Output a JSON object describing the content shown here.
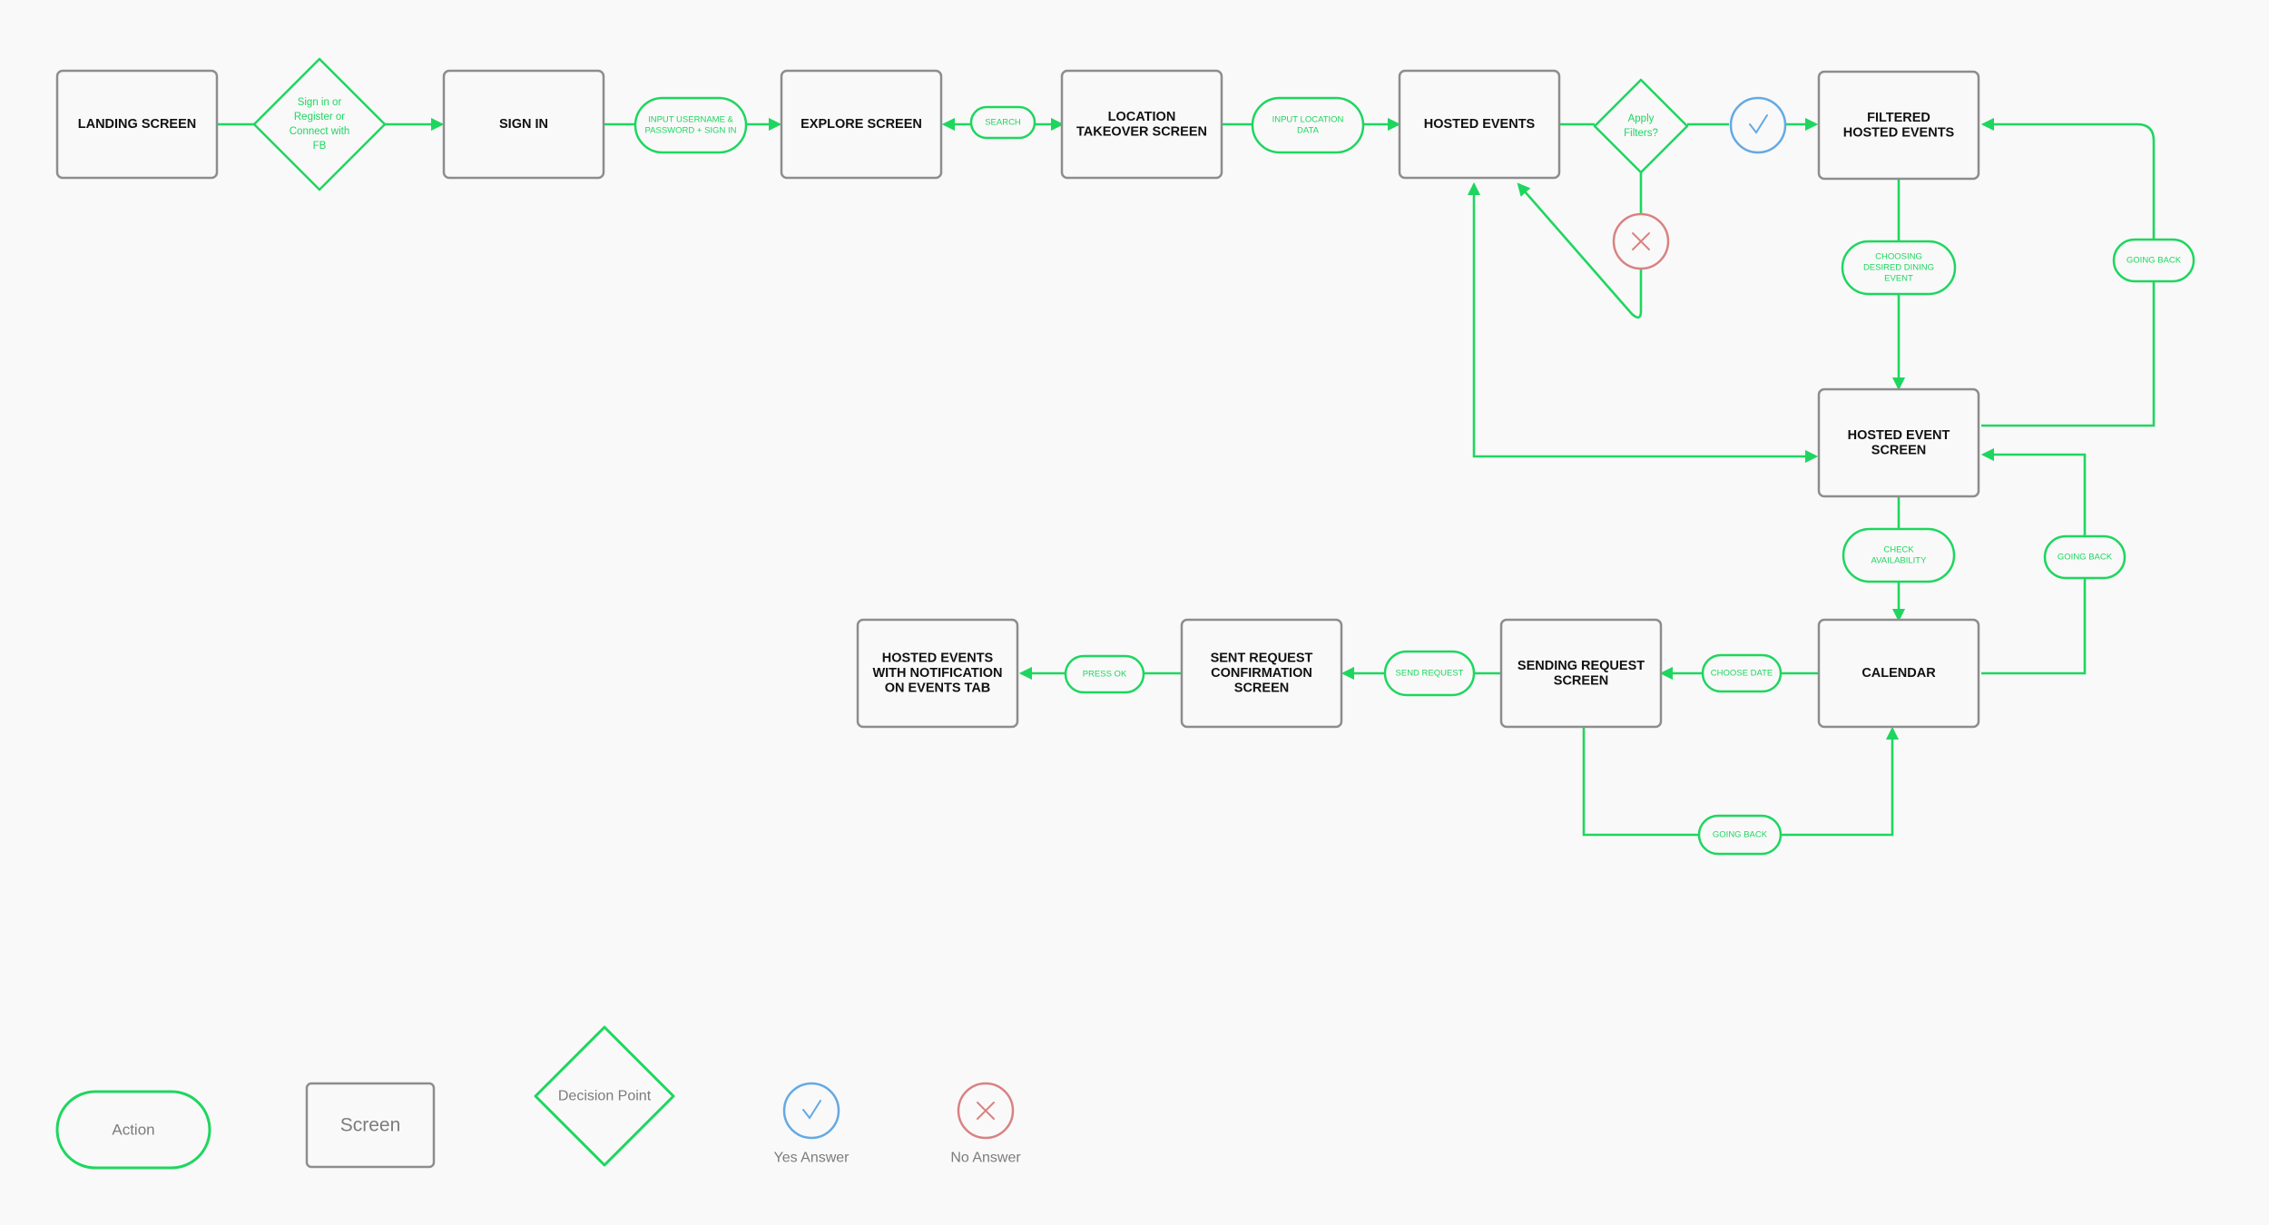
{
  "colors": {
    "accent": "#1ed65f",
    "screen_border": "#8d8d8d",
    "yes": "#64a9e4",
    "no": "#d98282",
    "background": "#f9f9f9",
    "text": "#111111",
    "legend_text": "#7c7c7c"
  },
  "nodes": {
    "landing": {
      "kind": "screen",
      "lines": [
        "LANDING SCREEN"
      ]
    },
    "signin_decision": {
      "kind": "decision",
      "lines": [
        "Sign in or",
        "Register or",
        "Connect with",
        "FB"
      ]
    },
    "signin": {
      "kind": "screen",
      "lines": [
        "SIGN IN"
      ]
    },
    "input_user": {
      "kind": "action",
      "lines": [
        "INPUT USERNAME &",
        "PASSWORD + SIGN IN"
      ]
    },
    "explore": {
      "kind": "screen",
      "lines": [
        "EXPLORE SCREEN"
      ]
    },
    "search": {
      "kind": "action",
      "lines": [
        "SEARCH"
      ]
    },
    "location": {
      "kind": "screen",
      "lines": [
        "LOCATION",
        "TAKEOVER SCREEN"
      ]
    },
    "input_location": {
      "kind": "action",
      "lines": [
        "INPUT LOCATION",
        "DATA"
      ]
    },
    "hosted_events": {
      "kind": "screen",
      "lines": [
        "HOSTED EVENTS"
      ]
    },
    "apply_filters": {
      "kind": "decision",
      "lines": [
        "Apply",
        "Filters?"
      ]
    },
    "yes_answer": {
      "kind": "yes",
      "icon": "check-icon"
    },
    "no_answer": {
      "kind": "no",
      "icon": "x-icon"
    },
    "filtered": {
      "kind": "screen",
      "lines": [
        "FILTERED",
        "HOSTED EVENTS"
      ]
    },
    "choosing": {
      "kind": "action",
      "lines": [
        "CHOOSING",
        "DESIRED DINING",
        "EVENT"
      ]
    },
    "going_back_1": {
      "kind": "action",
      "lines": [
        "GOING BACK"
      ]
    },
    "hosted_event_screen": {
      "kind": "screen",
      "lines": [
        "HOSTED EVENT",
        "SCREEN"
      ]
    },
    "check_availability": {
      "kind": "action",
      "lines": [
        "CHECK",
        "AVAILABILITY"
      ]
    },
    "going_back_2": {
      "kind": "action",
      "lines": [
        "GOING BACK"
      ]
    },
    "calendar": {
      "kind": "screen",
      "lines": [
        "CALENDAR"
      ]
    },
    "choose_date": {
      "kind": "action",
      "lines": [
        "CHOOSE DATE"
      ]
    },
    "sending_request": {
      "kind": "screen",
      "lines": [
        "SENDING REQUEST",
        "SCREEN"
      ]
    },
    "going_back_3": {
      "kind": "action",
      "lines": [
        "GOING BACK"
      ]
    },
    "send_request": {
      "kind": "action",
      "lines": [
        "SEND REQUEST"
      ]
    },
    "sent_confirmation": {
      "kind": "screen",
      "lines": [
        "SENT REQUEST",
        "CONFIRMATION",
        "SCREEN"
      ]
    },
    "press_ok": {
      "kind": "action",
      "lines": [
        "PRESS OK"
      ]
    },
    "hosted_notification": {
      "kind": "screen",
      "lines": [
        "HOSTED EVENTS",
        "WITH NOTIFICATION",
        "ON EVENTS TAB"
      ]
    }
  },
  "legend": {
    "action": "Action",
    "screen": "Screen",
    "decision": "Decision Point",
    "yes": "Yes Answer",
    "no": "No Answer"
  }
}
